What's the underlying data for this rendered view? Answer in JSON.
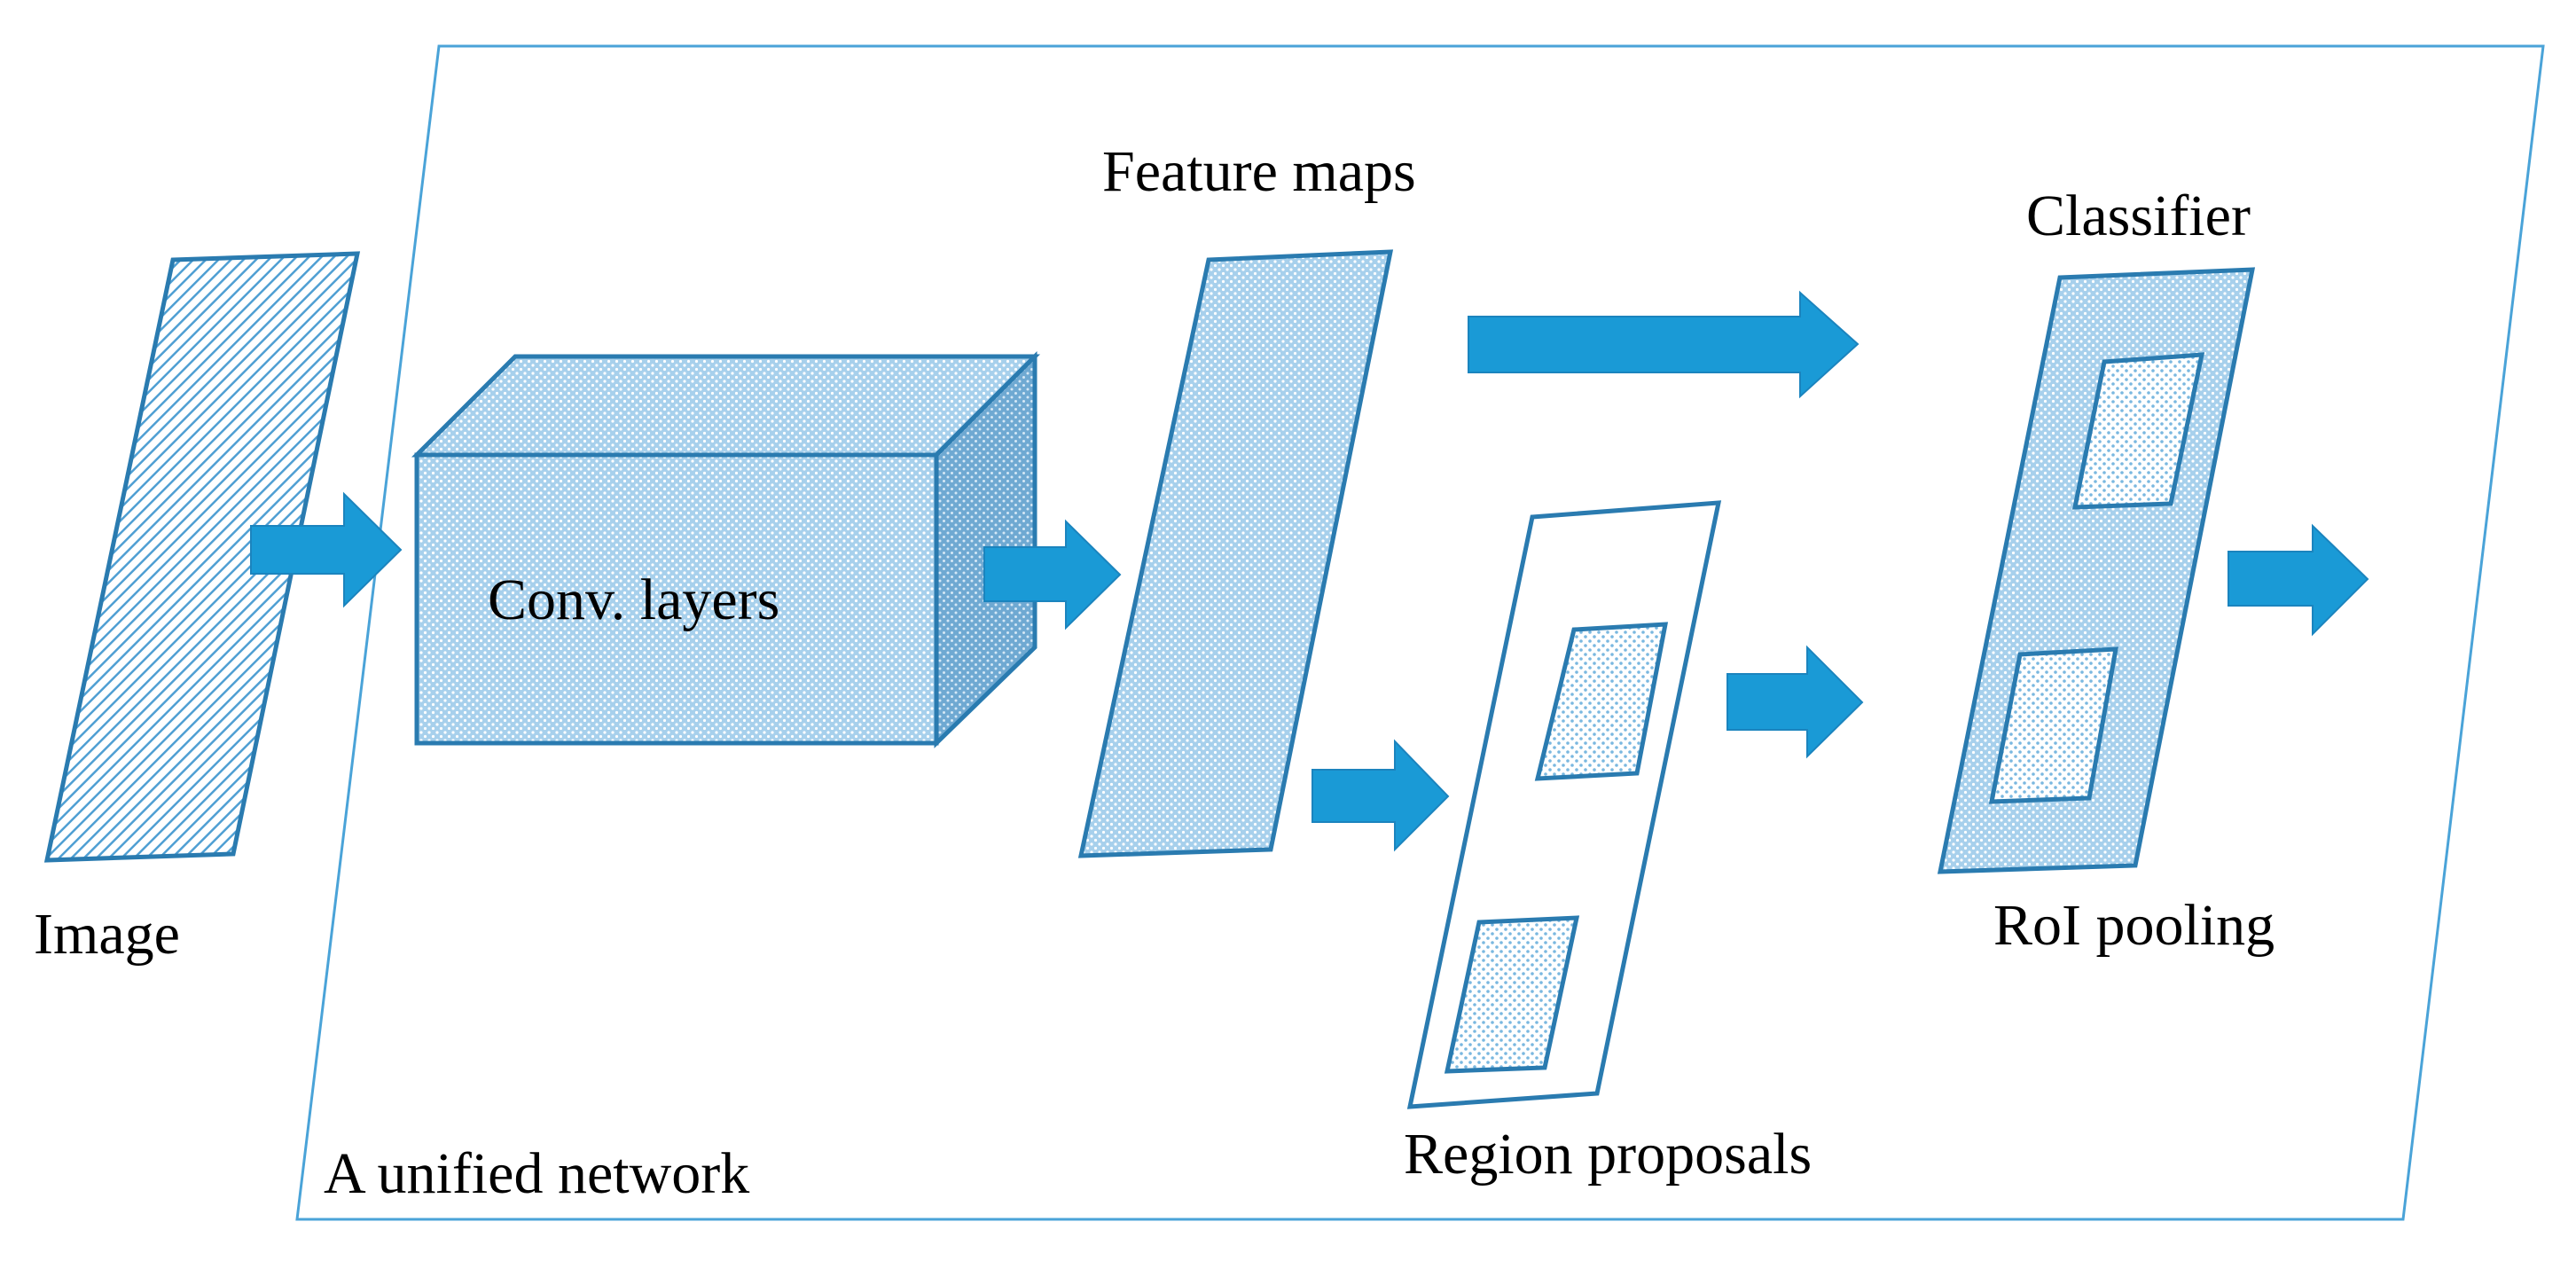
{
  "labels": {
    "image": "Image",
    "conv_layers": "Conv. layers",
    "feature_maps": "Feature maps",
    "classifier": "Classifier",
    "roi_pooling": "RoI pooling",
    "region_proposals": "Region proposals",
    "unified_network": "A unified network"
  },
  "colors": {
    "accent": "#1a9ad6",
    "stroke": "#2a7bb0",
    "fill_light": "#9fcbe8",
    "fill_mid": "#7ab6de",
    "fill_dark": "#5f9fc9",
    "frame": "#4aa3d8"
  }
}
